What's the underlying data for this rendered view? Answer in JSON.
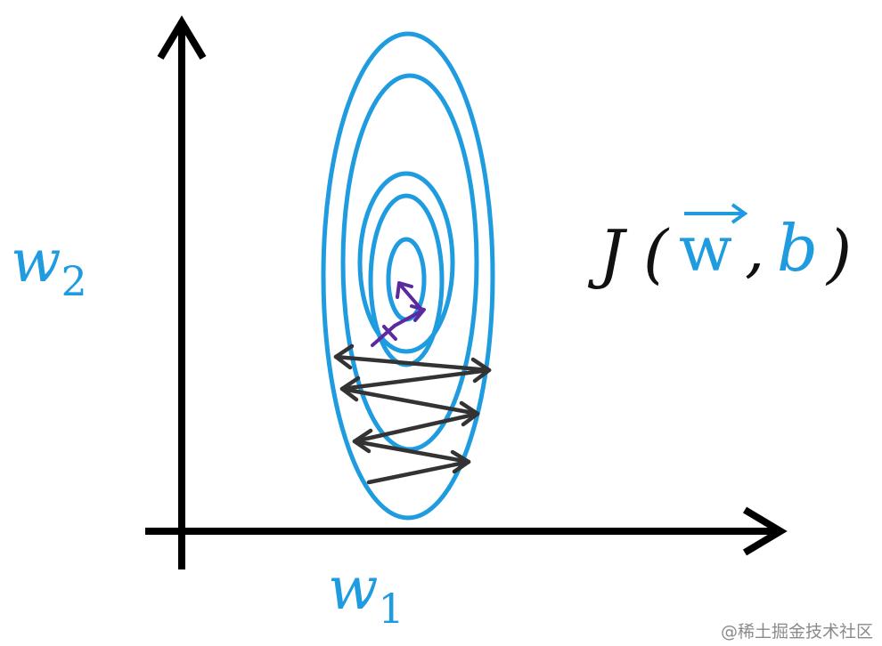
{
  "diagram": {
    "axis_x_label": {
      "base": "w",
      "sub": "1"
    },
    "axis_y_label": {
      "base": "w",
      "sub": "2"
    },
    "cost_label": {
      "func": "J",
      "open_paren": "(",
      "vec": "w",
      "comma": ",",
      "bias": "b",
      "close_paren": ")"
    },
    "contour_count": 5,
    "colors": {
      "axes": "#000000",
      "contours": "#1f9be0",
      "zigzag_path": "#333333",
      "final_steps": "#5b2a9e",
      "label_blue": "#1f9be0"
    }
  },
  "watermark": "@稀土掘金技术社区"
}
